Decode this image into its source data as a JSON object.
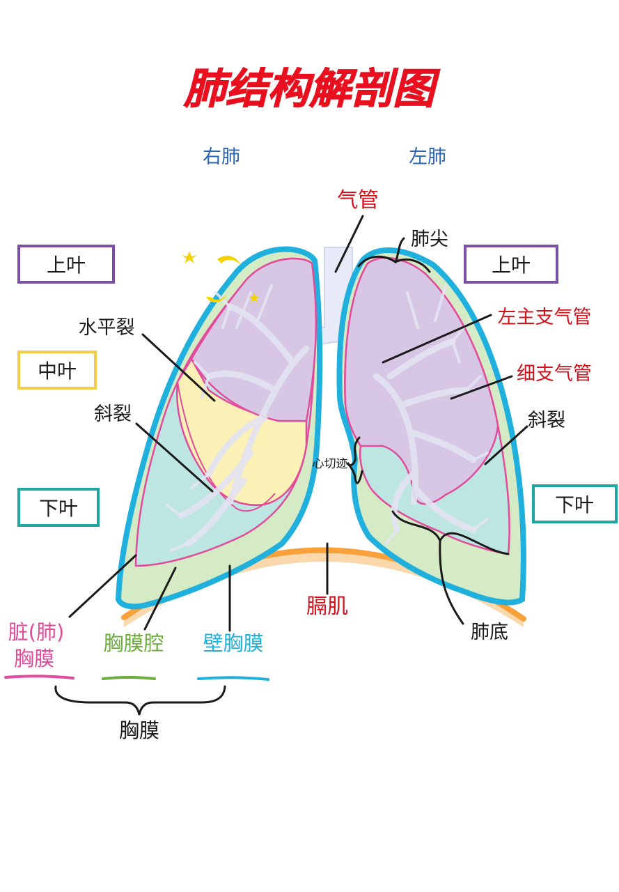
{
  "title": "肺结构解剖图",
  "side_labels": {
    "right_lung": "右肺",
    "left_lung": "左肺"
  },
  "lobes": {
    "right_upper": "上叶",
    "right_middle": "中叶",
    "right_lower": "下叶",
    "left_upper": "上叶",
    "left_lower": "下叶"
  },
  "annotations": {
    "trachea": "气管",
    "apex": "肺尖",
    "horizontal_fissure": "水平裂",
    "oblique_fissure_right": "斜裂",
    "left_main_bronchus": "左主支气管",
    "bronchiole": "细支气管",
    "oblique_fissure_left": "斜裂",
    "cardiac_notch": "心切迹",
    "diaphragm": "膈肌",
    "lung_base": "肺底"
  },
  "pleura": {
    "visceral_line1": "脏(肺)",
    "visceral_line2": "胸膜",
    "cavity": "胸膜腔",
    "parietal": "壁胸膜",
    "group": "胸膜"
  },
  "colors": {
    "title": "#e8101e",
    "side_label": "#2a64b4",
    "red_label": "#d4121c",
    "upper_box": "#7b4fa6",
    "middle_box": "#f0cc4a",
    "lower_box": "#1fa6a3",
    "parietal_pleura": "#20b0de",
    "visceral_pleura": "#e24a9b",
    "pleural_cavity": "#d5ebc6",
    "cavity_text": "#6cae3b",
    "diaphragm": "#f8a03a",
    "upper_lobe_fill": "#d8c7e4",
    "middle_lobe_fill": "#fbf1b6",
    "lower_lobe_fill": "#bde6e2",
    "bronchus": "#e3e3f2"
  }
}
